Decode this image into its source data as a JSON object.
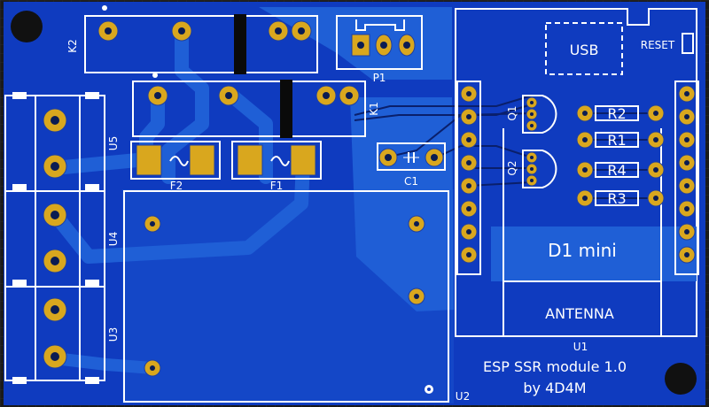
{
  "board": {
    "title": "ESP SSR module 1.0",
    "author": "by 4D4M",
    "colors": {
      "substrate": "#0f3bbf",
      "copper": "#1f5fd6",
      "silkscreen": "#ffffff",
      "pad": "#d9a71e",
      "background": "#1a1a1a"
    }
  },
  "labels": {
    "k1": "K1",
    "k2": "K2",
    "p1": "P1",
    "c1": "C1",
    "f1": "F1",
    "f2": "F2",
    "u1": "U1",
    "u2": "U2",
    "u3": "U3",
    "u4": "U4",
    "u5": "U5",
    "q1": "Q1",
    "q2": "Q2",
    "r1": "R1",
    "r2": "R2",
    "r3": "R3",
    "r4": "R4",
    "usb": "USB",
    "reset": "RESET",
    "d1mini": "D1 mini",
    "antenna": "ANTENNA"
  }
}
